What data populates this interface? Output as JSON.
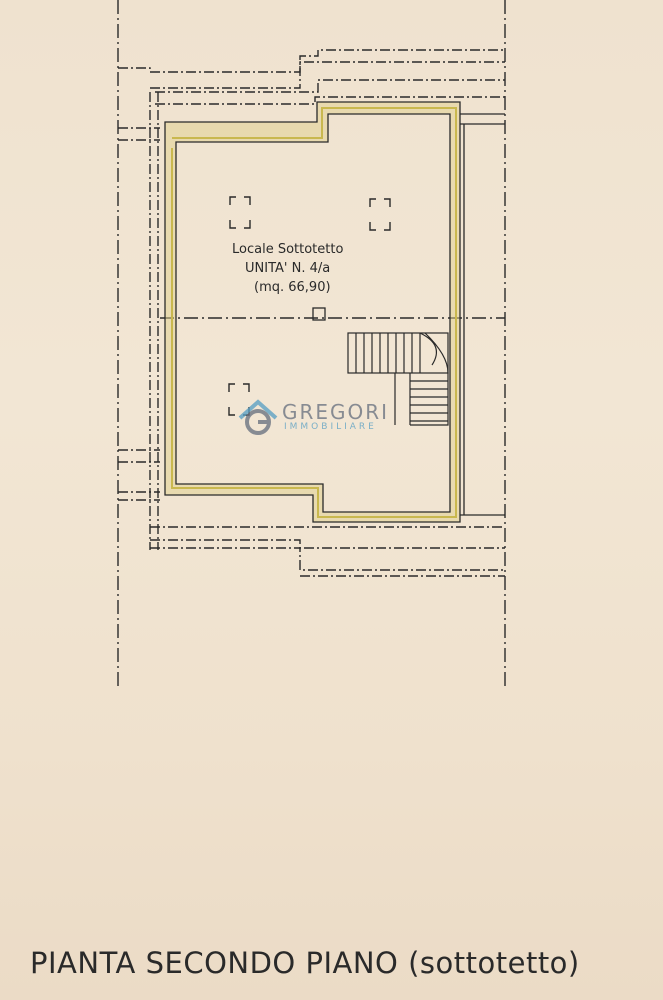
{
  "room": {
    "name": "Locale Sottotetto",
    "unit": "UNITA' N. 4/a",
    "area": "(mq. 66,90)"
  },
  "watermark": {
    "name": "GREGORI",
    "subtitle": "IMMOBILIARE",
    "icon": "house-key-logo"
  },
  "caption": "PIANTA SECONDO PIANO (sottotetto)",
  "colors": {
    "paper": "#efe2cf",
    "lines": "#2a2a2a",
    "wall_fill": "#d9cc7a",
    "watermark_gray": "#6a7280",
    "watermark_blue": "#5aa0c4"
  }
}
